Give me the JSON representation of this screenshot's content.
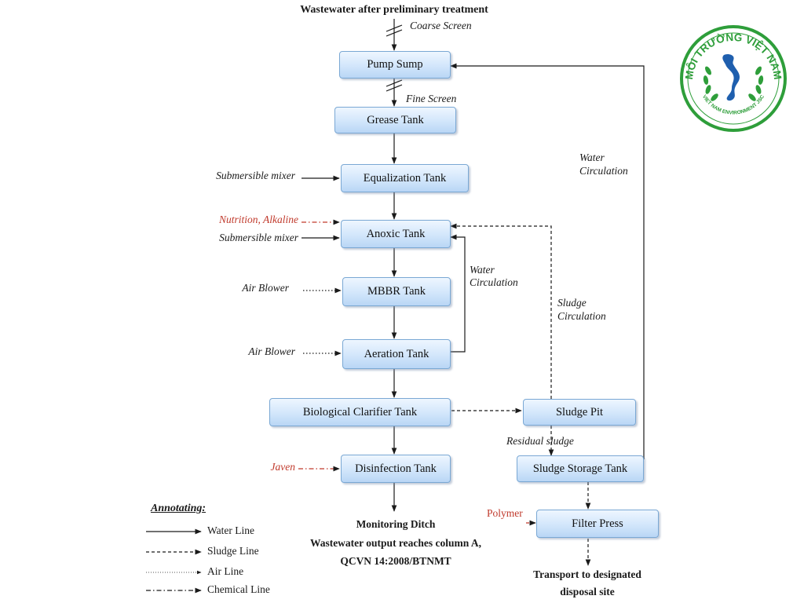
{
  "title": "Wastewater  after preliminary treatment",
  "screens": {
    "coarse": "Coarse Screen",
    "fine": "Fine Screen"
  },
  "boxes": {
    "pump_sump": "Pump Sump",
    "grease_tank": "Grease  Tank",
    "equalization_tank": "Equalization  Tank",
    "anoxic_tank": "Anoxic  Tank",
    "mbbr_tank": "MBBR  Tank",
    "aeration_tank": "Aeration  Tank",
    "clarifier_tank": "Biological  Clarifier  Tank",
    "disinfection_tank": "Disinfection  Tank",
    "sludge_pit": "Sludge  Pit",
    "sludge_storage_tank": "Sludge  Storage  Tank",
    "filter_press": "Filter Press"
  },
  "inputs": {
    "submersible_mixer_1": "Submersible mixer",
    "nutrition_alkaline": "Nutrition, Alkaline",
    "submersible_mixer_2": "Submersible mixer",
    "air_blower_1": "Air Blower",
    "air_blower_2": "Air Blower",
    "javen": "Javen",
    "polymer": "Polymer",
    "residual_sludge": "Residual sludge"
  },
  "circulation": {
    "water_upper_1": "Water",
    "water_upper_2": "Circulation",
    "water_inner_1": "Water",
    "water_inner_2": "Circulation",
    "sludge_1": "Sludge",
    "sludge_2": "Circulation"
  },
  "outputs": {
    "monitoring_1": "Monitoring  Ditch",
    "monitoring_2": "Wastewater   output  reaches  column  A,",
    "monitoring_3": "QCVN  14:2008/BTNMT",
    "transport_1": "Transport  to  designated",
    "transport_2": "disposal site"
  },
  "logo": {
    "text_top": "MÔI TRƯỜNG VIỆT NAM",
    "text_bottom": "VIET NAM ENVIRONMENT JSC",
    "green": "#2e9e3a",
    "blue": "#1f5fae"
  },
  "legend": {
    "title": "Annotating",
    "items": [
      "Water Line",
      "Sludge Line",
      "Air Line",
      "Chemical Line"
    ]
  },
  "colors": {
    "chemical_label": "#c0392b",
    "line": "#1a1a1a"
  }
}
